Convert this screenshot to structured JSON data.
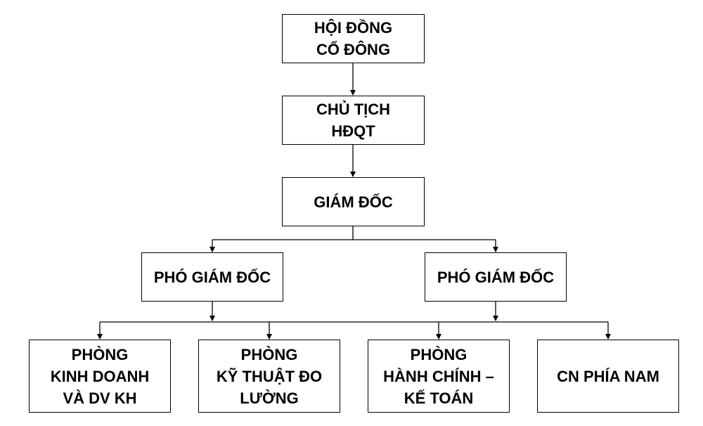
{
  "nodes": {
    "hdcd": [
      "HỘI ĐỒNG",
      "CỔ ĐÔNG"
    ],
    "chu_tich": [
      "CHỦ TỊCH",
      "HĐQT"
    ],
    "giam_doc": [
      "GIÁM ĐỐC"
    ],
    "pho_gd_1": [
      "PHÓ GIÁM ĐỐC"
    ],
    "pho_gd_2": [
      "PHÓ GIÁM ĐỐC"
    ],
    "phong_kd": [
      "PHÒNG",
      "KINH DOANH",
      "VÀ DV KH"
    ],
    "phong_kt": [
      "PHÒNG",
      "KỸ THUẬT ĐO",
      "LƯỜNG"
    ],
    "phong_hc": [
      "PHÒNG",
      "HÀNH CHÍNH –",
      "KẾ TOÁN"
    ],
    "cn_nam": [
      "CN PHÍA NAM"
    ]
  }
}
